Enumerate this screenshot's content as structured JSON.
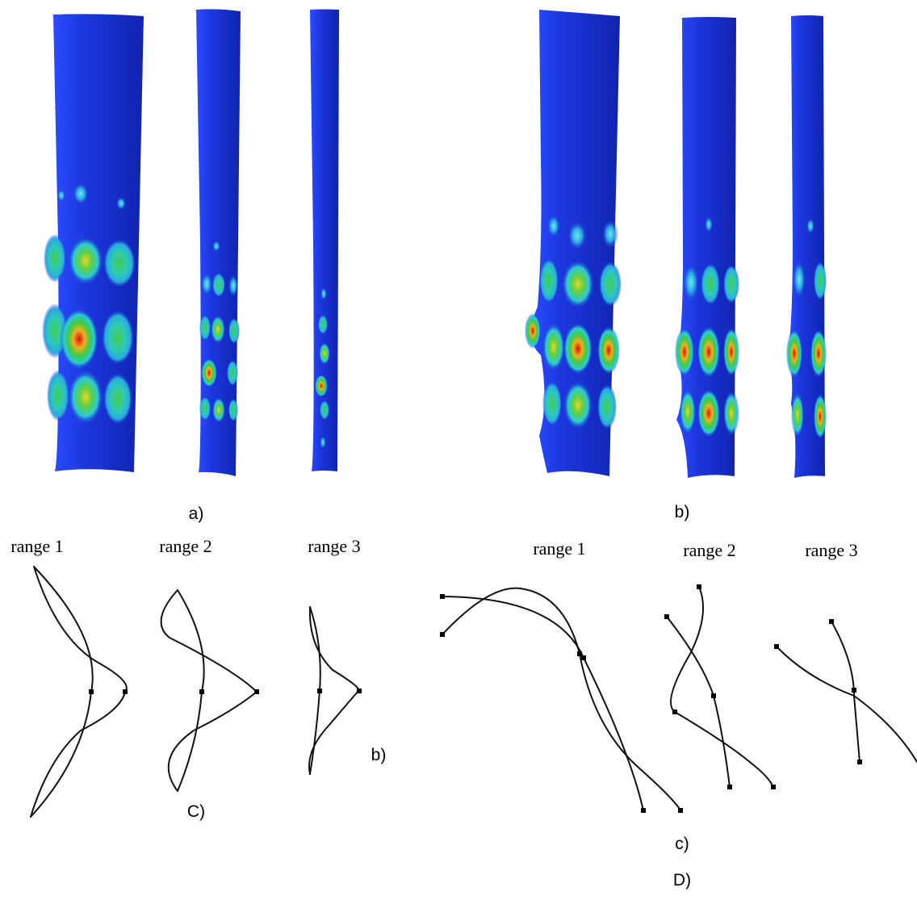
{
  "colors": {
    "shell_base": "#1a2fd6",
    "contour_cyan": "#33d6e6",
    "contour_green": "#33cc55",
    "contour_yellow": "#e6e633",
    "contour_red": "#e01818",
    "curve_stroke": "#111111",
    "background": "#ffffff"
  },
  "panel_a": {
    "label": "a)",
    "models": [
      "wide-shell",
      "medium-shell",
      "narrow-shell"
    ],
    "deformation": "undeformed"
  },
  "panel_b": {
    "label": "b)",
    "models": [
      "wide-shell",
      "medium-shell",
      "narrow-shell"
    ],
    "deformation": "deformed"
  },
  "panel_c": {
    "label": "C)",
    "side_label": "b)",
    "range_labels": [
      "range 1",
      "range 2",
      "range 3"
    ]
  },
  "panel_d": {
    "label": "D)",
    "side_label": "c)",
    "range_labels": [
      "range 1",
      "range 2",
      "range 3"
    ]
  }
}
